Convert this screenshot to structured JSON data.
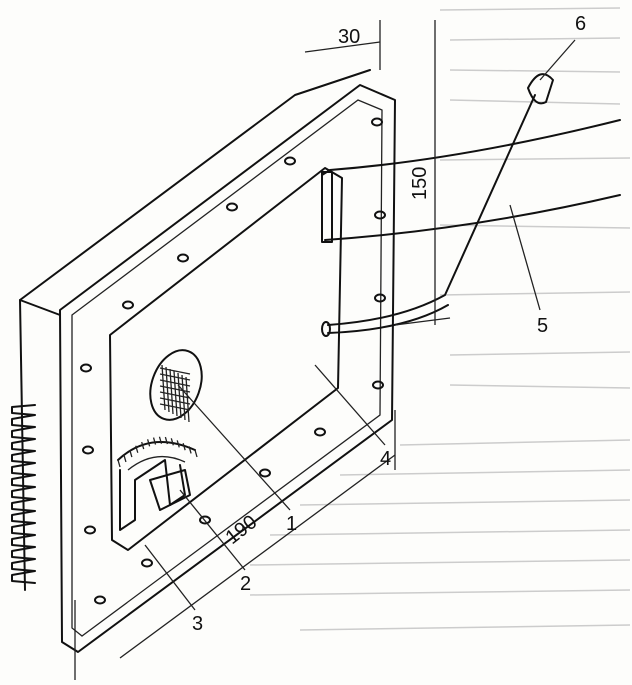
{
  "figure": {
    "dimensions": {
      "depth": "30",
      "height": "150",
      "width": "190"
    },
    "callouts": [
      "1",
      "2",
      "3",
      "4",
      "5",
      "6"
    ]
  }
}
